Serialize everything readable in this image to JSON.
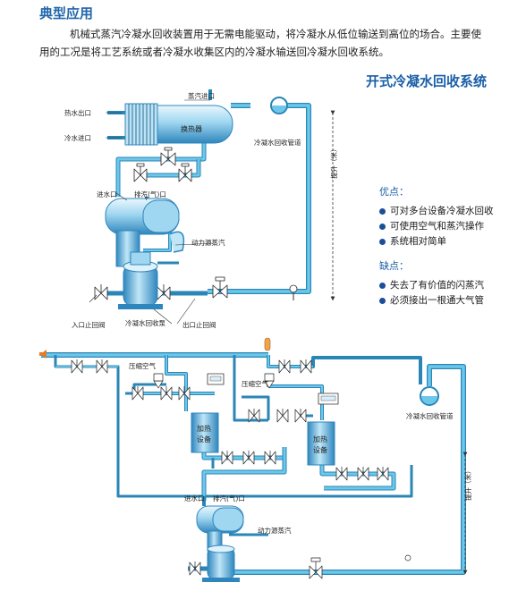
{
  "heading": "典型应用",
  "intro": "机械式蒸汽冷凝水回收装置用于无需电能驱动，将冷凝水从低位输送到高位的场合。主要使用的工况是将工艺系统或者冷凝水收集区内的冷凝水输送回冷凝水回收系统。",
  "system_title": "开式冷凝水回收系统",
  "diagram1": {
    "steam_inlet": "蒸汽进口",
    "hot_water_outlet": "热水出口",
    "cold_water_inlet": "冷水进口",
    "heat_exchanger": "换热器",
    "condensate_pipe": "冷凝水回收管道",
    "lift": "提升（米）",
    "inlet_port": "进水口",
    "exhaust_port": "排汽(气)口",
    "power_steam": "动力源蒸汽",
    "inlet_check_valve": "入口止回阀",
    "pump": "冷凝水回收泵",
    "outlet_check_valve": "出口止回阀"
  },
  "advantages_title": "优点：",
  "advantages": [
    "可对多台设备冷凝水回收",
    "可使用空气和蒸汽操作",
    "系统相对简单"
  ],
  "disadvantages_title": "缺点：",
  "disadvantages": [
    "失去了有价值的闪蒸汽",
    "必须接出一根通大气管"
  ],
  "diagram2": {
    "compressed_air_1": "压缩空气",
    "compressed_air_2": "压缩空气",
    "heating_equipment_1": [
      "加热",
      "设备"
    ],
    "heating_equipment_2": [
      "加热",
      "设备"
    ],
    "condensate_pipe": "冷凝水回收管道",
    "lift": "提升（米）",
    "inlet_port": "进水口",
    "exhaust_port": "排汽(气)口",
    "power_steam": "动力源蒸汽"
  },
  "colors": {
    "pipe": "#4fb5de",
    "pipe_dark": "#2a86b6",
    "heading": "#2266aa",
    "vessel_light": "#d9f0fb",
    "vessel_dark": "#3a8fc4"
  }
}
